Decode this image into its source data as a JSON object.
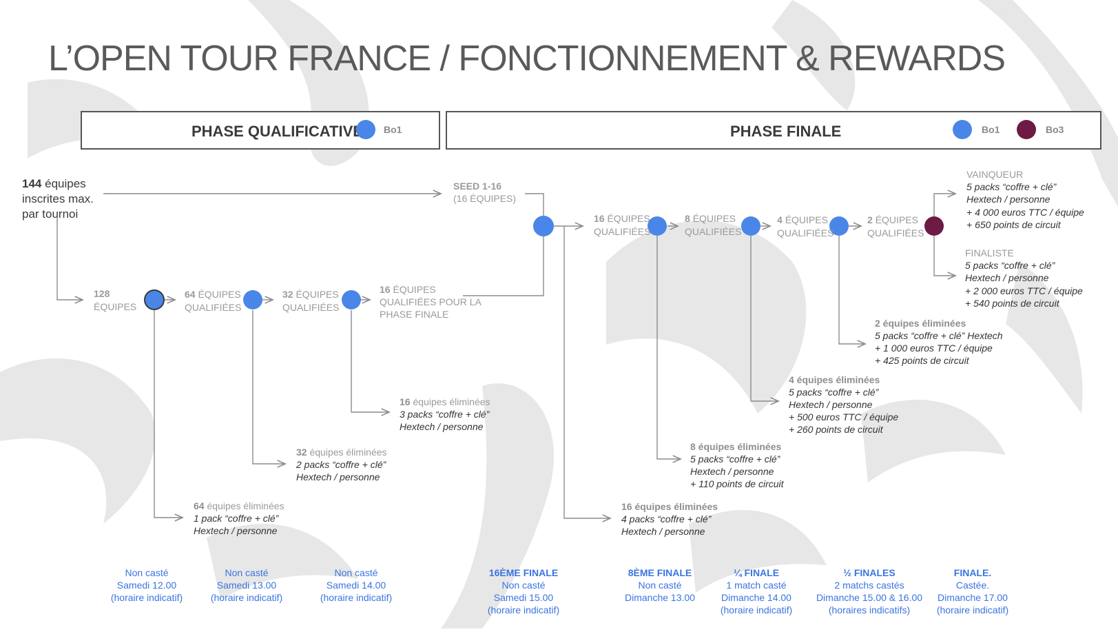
{
  "title": "L’OPEN TOUR FRANCE / FONCTIONNEMENT & REWARDS",
  "legend": {
    "qualif_phase": "PHASE QUALIFICATIVE",
    "final_phase": "PHASE FINALE",
    "bo1": "Bo1",
    "bo3": "Bo3",
    "bo1_color": "#4a86e8",
    "bo3_color": "#6d1a44"
  },
  "start": {
    "count": "144",
    "line1": "équipes",
    "line2": "inscrites max.",
    "line3": "par tournoi"
  },
  "seed": {
    "line1": "SEED 1-16",
    "line2": "(16 ÉQUIPES)"
  },
  "stages": {
    "s128": {
      "line1": "128",
      "line2": "ÉQUIPES"
    },
    "s64": {
      "num": "64",
      "line1": "ÉQUIPES",
      "line2": "QUALIFIÉES"
    },
    "s32": {
      "num": "32",
      "line1": "ÉQUIPES",
      "line2": "QUALIFIÉES"
    },
    "s16": {
      "num": "16",
      "line1": "ÉQUIPES",
      "line2": "QUALIFIÉES POUR LA",
      "line3": "PHASE FINALE"
    },
    "f16": {
      "num": "16",
      "line1": "ÉQUIPES",
      "line2": "QUALIFIÉES"
    },
    "f8": {
      "num": "8",
      "line1": "ÉQUIPES",
      "line2": "QUALIFIÉES"
    },
    "f4": {
      "num": "4",
      "line1": "ÉQUIPES",
      "line2": "QUALIFIÉES"
    },
    "f2": {
      "num": "2",
      "line1": "ÉQUIPES",
      "line2": "QUALIFIÉES"
    }
  },
  "eliminations": {
    "e64": {
      "num": "64",
      "head": "équipes éliminées",
      "l1": "1 pack “coffre + clé”",
      "l2": "Hextech / personne"
    },
    "e32": {
      "num": "32",
      "head": "équipes éliminées",
      "l1": "2 packs “coffre + clé”",
      "l2": "Hextech / personne"
    },
    "e16": {
      "num": "16",
      "head": "équipes éliminées",
      "l1": "3 packs “coffre + clé”",
      "l2": "Hextech / personne"
    },
    "ef16": {
      "head": "16 équipes éliminées",
      "l1": "4 packs “coffre + clé”",
      "l2": "Hextech  / personne"
    },
    "ef8": {
      "head": "8 équipes éliminées",
      "l1": "5 packs “coffre + clé”",
      "l2": "Hextech  / personne",
      "l3": "+ 110 points de circuit"
    },
    "ef4": {
      "head": "4 équipes éliminées",
      "l1": "5 packs “coffre + clé”",
      "l2": "Hextech  / personne",
      "l3": "+ 500 euros TTC / équipe",
      "l4": "+ 260 points de circuit"
    },
    "ef2": {
      "head": "2 équipes éliminées",
      "l1": "5 packs “coffre + clé” Hextech",
      "l2": "+ 1 000 euros TTC / équipe",
      "l3": "+ 425 points de circuit"
    }
  },
  "winner": {
    "head": "VAINQUEUR",
    "l1": "5 packs “coffre + clé”",
    "l2": "Hextech  / personne",
    "l3": "+ 4 000 euros TTC / équipe",
    "l4": "+ 650 points de circuit"
  },
  "finalist": {
    "head": "FINALISTE",
    "l1": "5 packs “coffre + clé”",
    "l2": "Hextech  / personne",
    "l3": "+ 2 000 euros TTC / équipe",
    "l4": "+ 540 points de circuit"
  },
  "schedule": {
    "c1": {
      "l1": "Non casté",
      "l2": "Samedi 12.00",
      "l3": "(horaire indicatif)"
    },
    "c2": {
      "l1": "Non casté",
      "l2": "Samedi 13.00",
      "l3": "(horaire indicatif)"
    },
    "c3": {
      "l1": "Non casté",
      "l2": "Samedi 14.00",
      "l3": "(horaire indicatif)"
    },
    "c4": {
      "head": "16ÈME FINALE",
      "l1": "Non casté",
      "l2": "Samedi 15.00",
      "l3": "(horaire indicatif)"
    },
    "c5": {
      "head": "8ÈME FINALE",
      "l1": "Non casté",
      "l2": "Dimanche 13.00"
    },
    "c6": {
      "head": "¼ FINALE",
      "l1": "1 match casté",
      "l2": "Dimanche 14.00",
      "l3": "(horaire indicatif)"
    },
    "c7": {
      "head": "½ FINALES",
      "l1": "2 matchs castés",
      "l2": "Dimanche 15.00 & 16.00",
      "l3": "(horaires indicatifs)"
    },
    "c8": {
      "head": "FINALE",
      "head_dot": ".",
      "l1": "Castée.",
      "l2": "Dimanche 17.00",
      "l3": "(horaire indicatif)"
    }
  }
}
